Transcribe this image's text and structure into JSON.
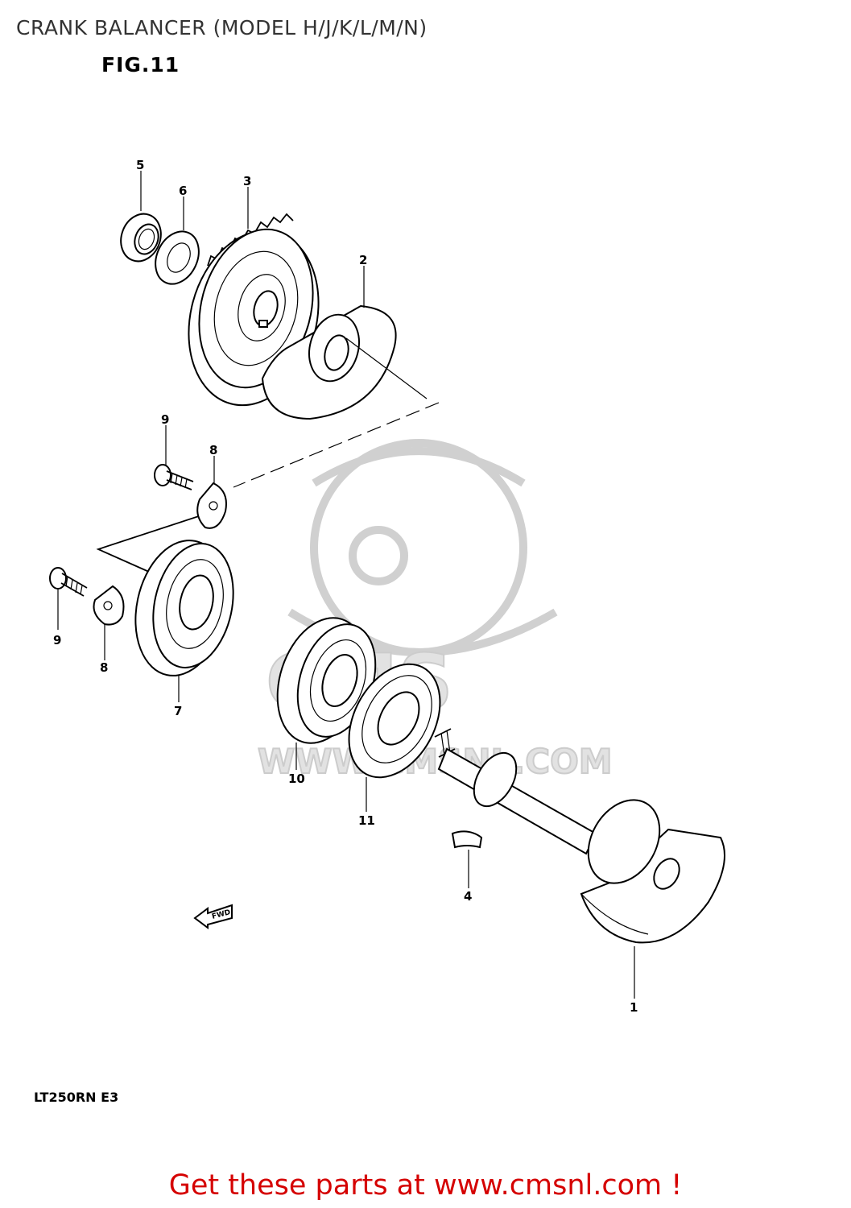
{
  "header": {
    "title": "CRANK BALANCER (MODEL H/J/K/L/M/N)",
    "figure": "FIG.11"
  },
  "diagram": {
    "model_code": "LT250RN E3",
    "direction_label": "FWD",
    "watermark": {
      "brand": "CMS",
      "url": "WWW.CMSNL.COM"
    },
    "callouts": {
      "c1": "1",
      "c2": "2",
      "c3": "3",
      "c4": "4",
      "c5": "5",
      "c6": "6",
      "c7": "7",
      "c8a": "8",
      "c8b": "8",
      "c9a": "9",
      "c9b": "9",
      "c10": "10",
      "c11": "11"
    }
  },
  "footer": {
    "link_text": "Get these parts at www.cmsnl.com !"
  }
}
